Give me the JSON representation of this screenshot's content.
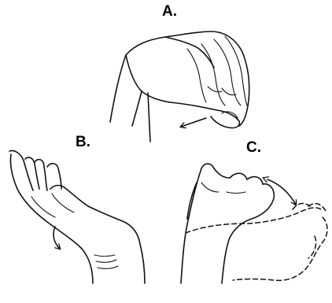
{
  "figure": {
    "panels": [
      {
        "label": "A."
      },
      {
        "label": "B."
      },
      {
        "label": "C."
      }
    ]
  }
}
